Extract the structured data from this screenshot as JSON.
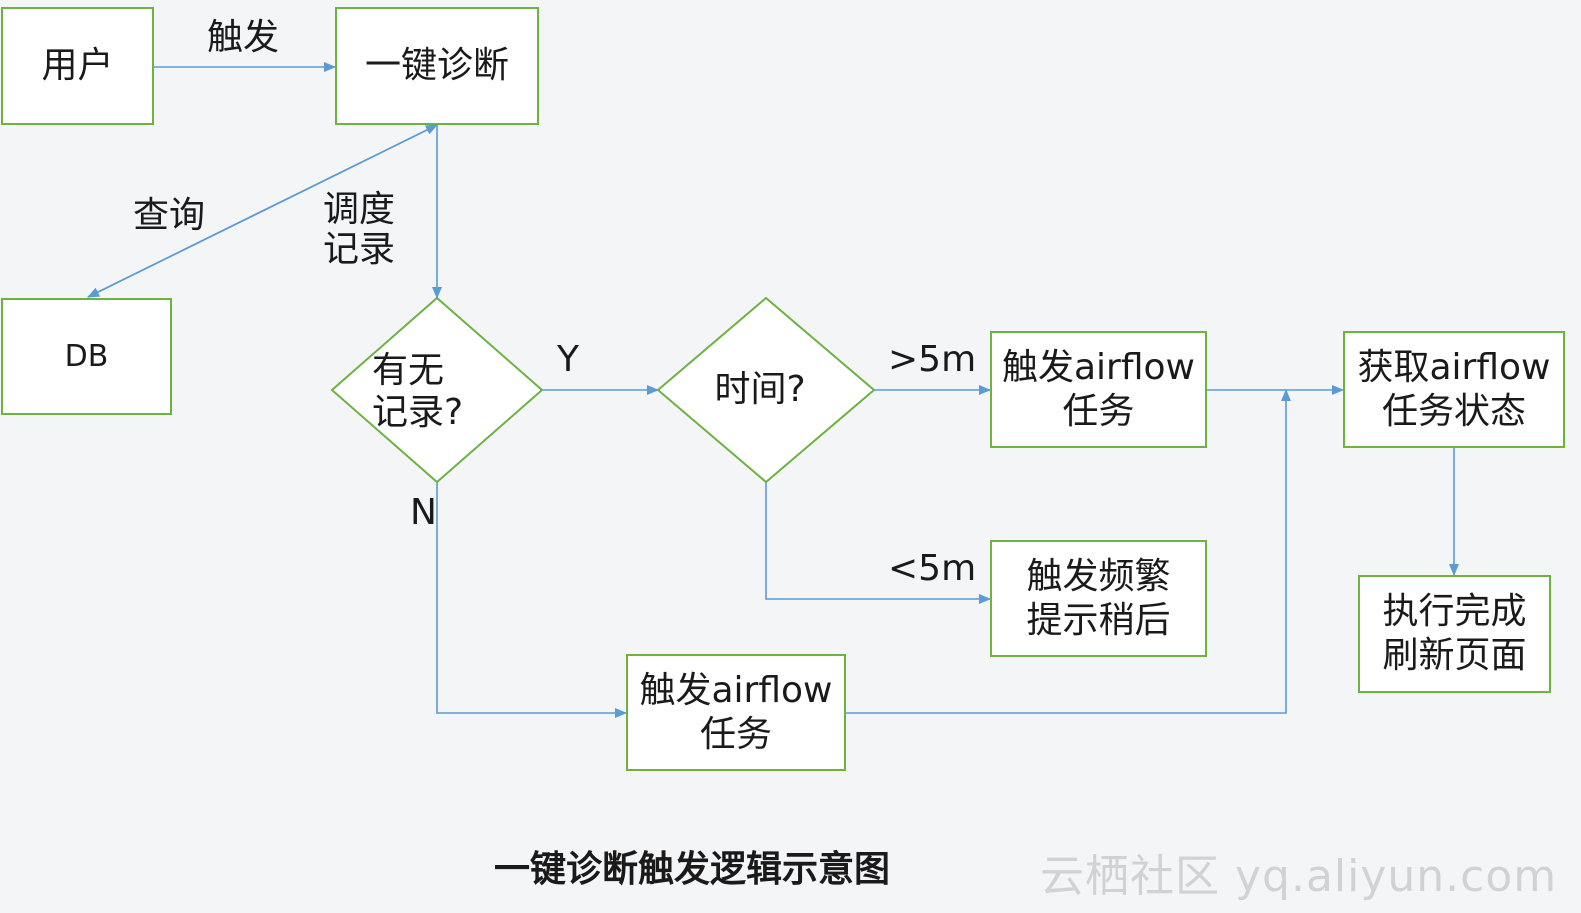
{
  "nodes": {
    "user": "用户",
    "diagnose": "一键诊断",
    "db": "DB",
    "has_record": [
      "有无",
      "记录?"
    ],
    "time": "时间?",
    "trigger_airflow_top": [
      "触发airflow",
      "任务"
    ],
    "frequent": [
      "触发频繁",
      "提示稍后"
    ],
    "trigger_airflow_bottom": [
      "触发airflow",
      "任务"
    ],
    "get_status": [
      "获取airflow",
      "任务状态"
    ],
    "done": [
      "执行完成",
      "刷新页面"
    ]
  },
  "edge_labels": {
    "trigger": "触发",
    "query": "查询",
    "schedule_record": [
      "调度",
      "记录"
    ],
    "yes": "Y",
    "no": "N",
    "gt5": ">5m",
    "lt5": "<5m"
  },
  "caption": "一键诊断触发逻辑示意图",
  "watermark": "云栖社区 yq.aliyun.com",
  "colors": {
    "border": "#6cb33f",
    "arrow": "#5b9bd5",
    "background": "#f4f5f7"
  }
}
